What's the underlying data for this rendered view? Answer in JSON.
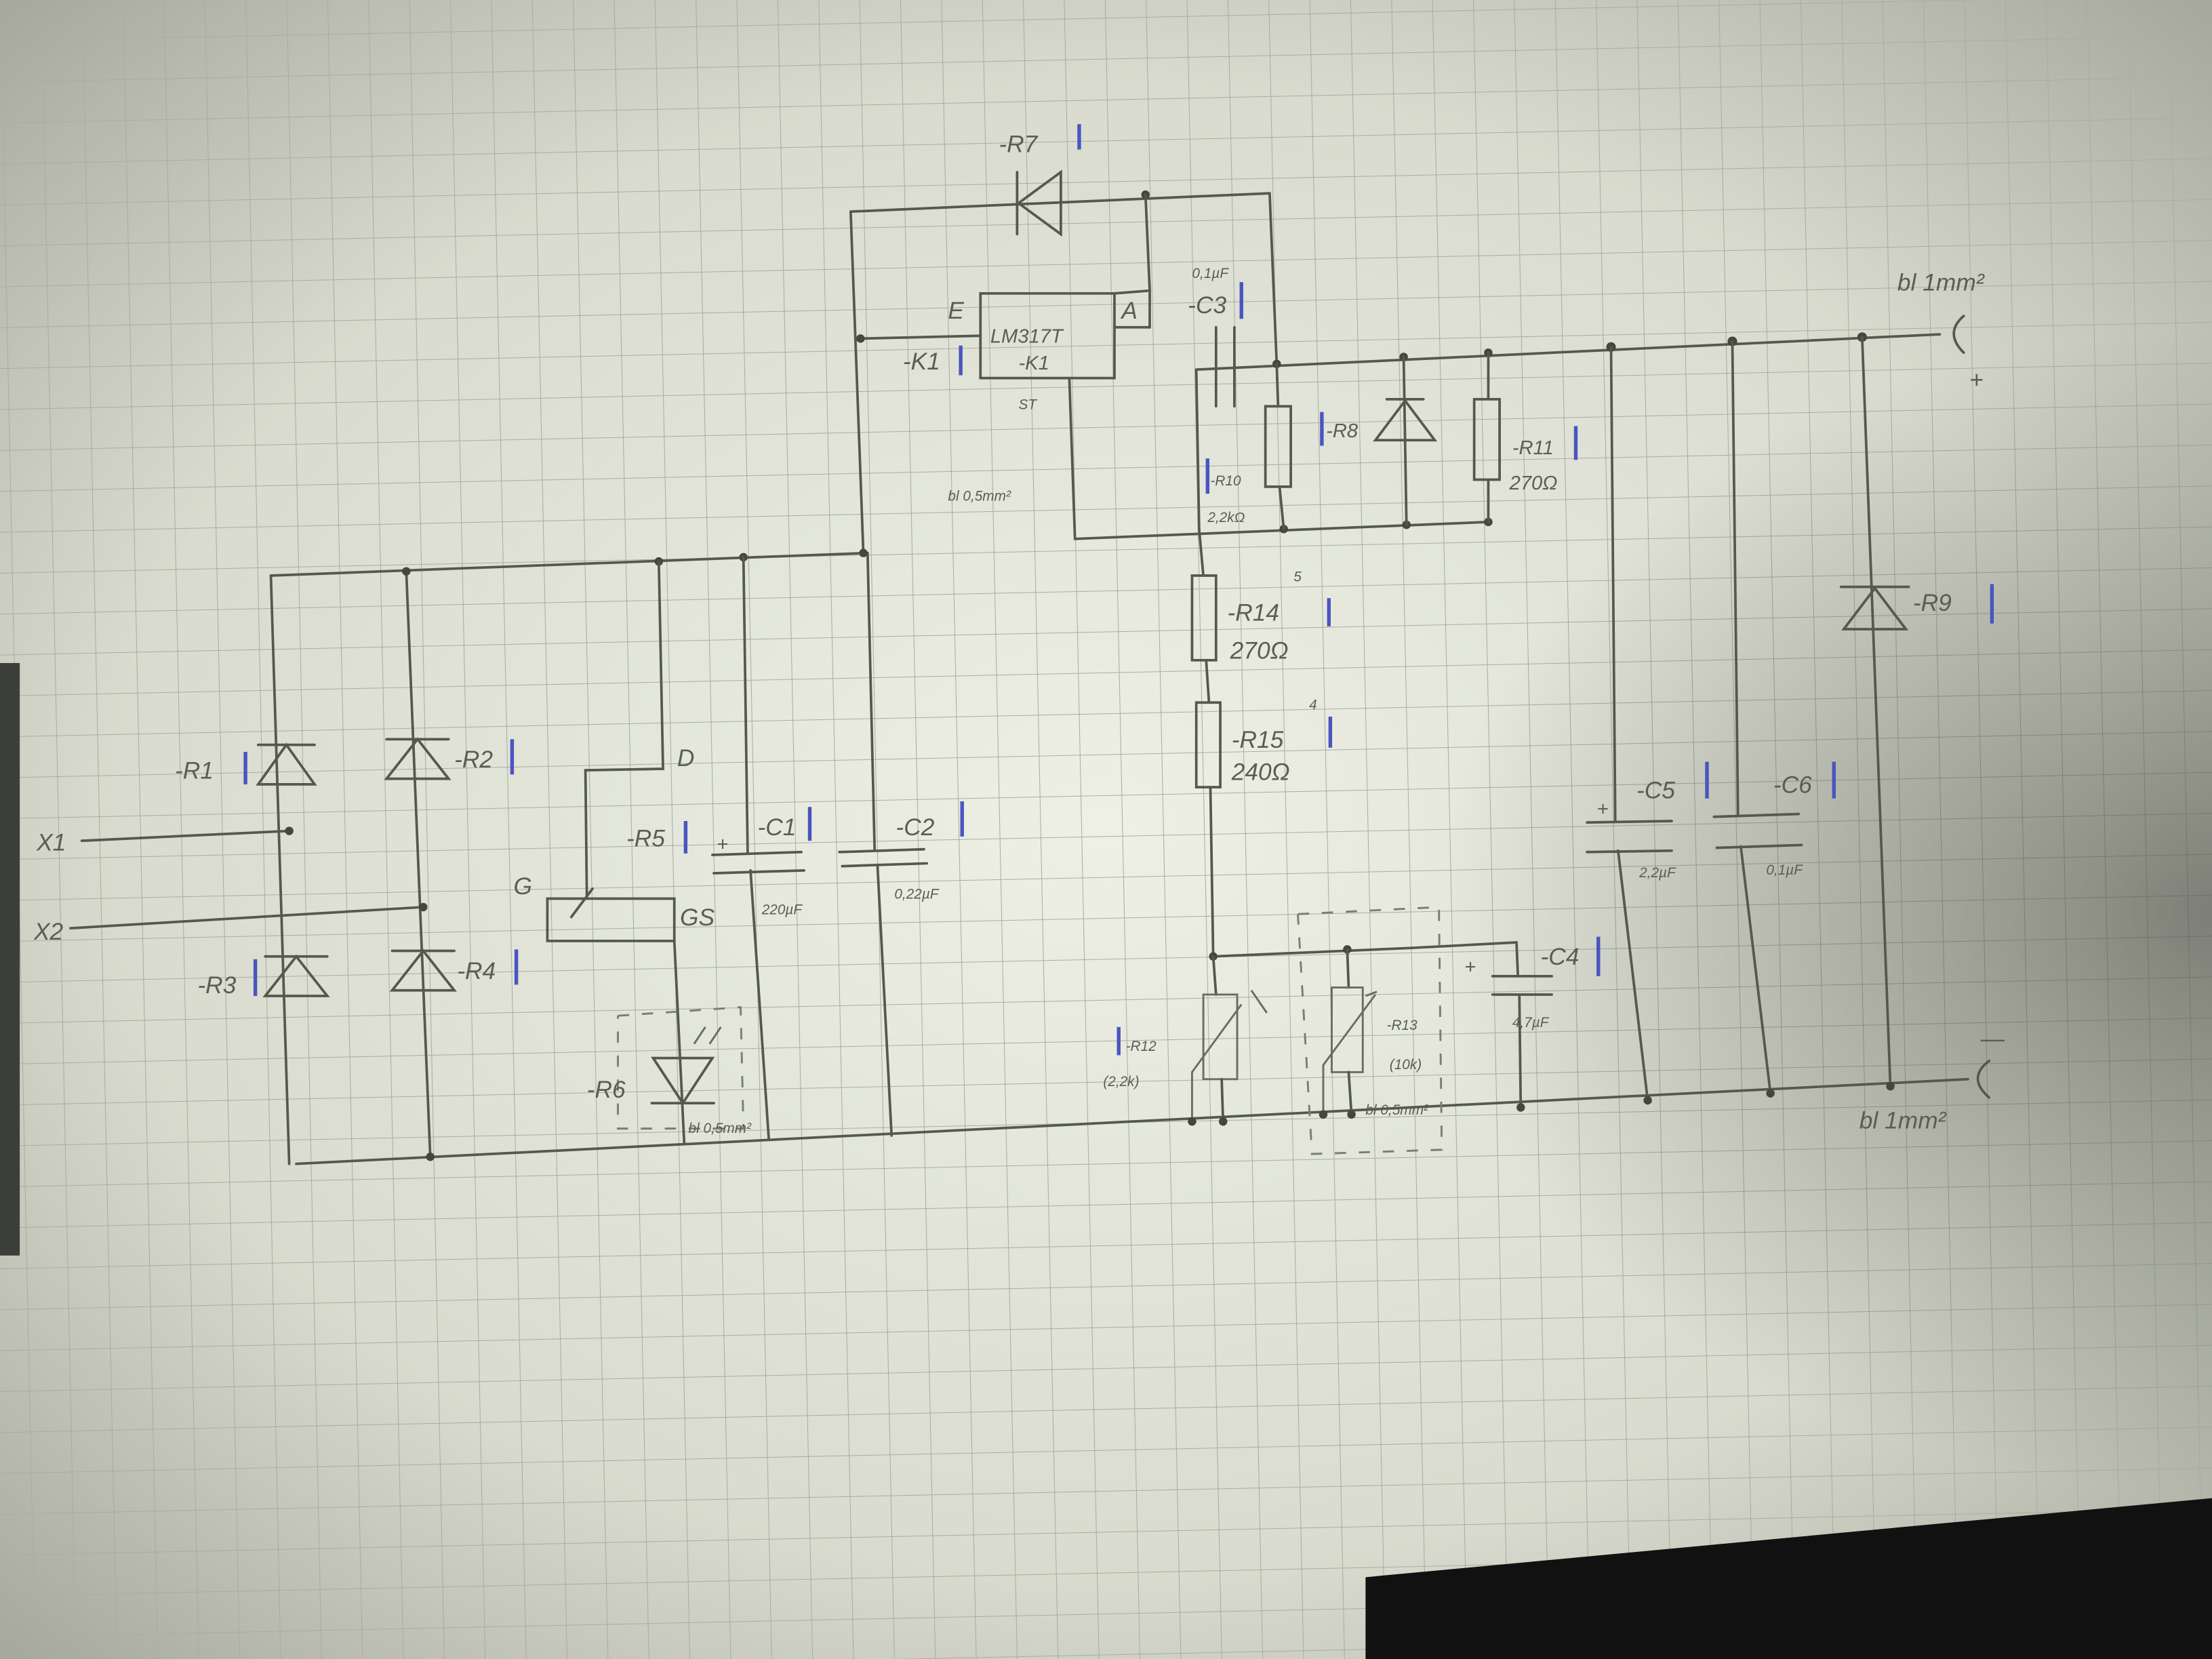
{
  "title": "LM317T regulated power supply schematic (hand-drawn)",
  "inputs": {
    "x1": "X1",
    "x2": "X2"
  },
  "bridge": {
    "r1": "-R1",
    "r2": "-R2",
    "r3": "-R3",
    "r4": "-R4"
  },
  "mosfet": {
    "ref": "-R5",
    "pin_d": "D",
    "pin_g": "G",
    "pin_s": "GS"
  },
  "led": {
    "ref": "-R6",
    "wire": "bl 0,5mm²"
  },
  "c1": {
    "ref": "-C1",
    "value": "220µF",
    "polarity": "+"
  },
  "c2": {
    "ref": "-C2",
    "value": "0,22µF"
  },
  "regulator": {
    "part": "LM317T",
    "ref": "-K1",
    "ref_outer": "-K1",
    "pin_in": "E",
    "pin_out": "A",
    "pin_adj": "ST",
    "wire": "bl 0,5mm²"
  },
  "r7": {
    "ref": "-R7"
  },
  "c3": {
    "ref": "-C3",
    "value": "0,1µF"
  },
  "r10": {
    "ref": "-R10",
    "value": "2,2kΩ"
  },
  "r8": {
    "ref": "-R8"
  },
  "r11": {
    "ref": "-R11",
    "value": "270Ω"
  },
  "r14": {
    "ref": "-R14",
    "value": "270Ω",
    "note": "5"
  },
  "r15": {
    "ref": "-R15",
    "value": "240Ω",
    "note": "4"
  },
  "r12": {
    "ref": "-R12",
    "value": "(2,2k)"
  },
  "r13": {
    "ref": "-R13",
    "value": "(10k)",
    "wire": "bl 0,5mm²"
  },
  "c4": {
    "ref": "-C4",
    "value": "4,7µF",
    "polarity": "+"
  },
  "c5": {
    "ref": "-C5",
    "value": "2,2µF",
    "polarity": "+"
  },
  "c6": {
    "ref": "-C6",
    "value": "0,1µF"
  },
  "r9": {
    "ref": "-R9"
  },
  "output": {
    "plus_wire": "bl 1mm²",
    "plus": "+",
    "minus_wire": "bl 1mm²",
    "minus": "—"
  },
  "colors": {
    "paper": "#d9dccf",
    "ink": "#55584f",
    "marker": "#4a55c0"
  }
}
